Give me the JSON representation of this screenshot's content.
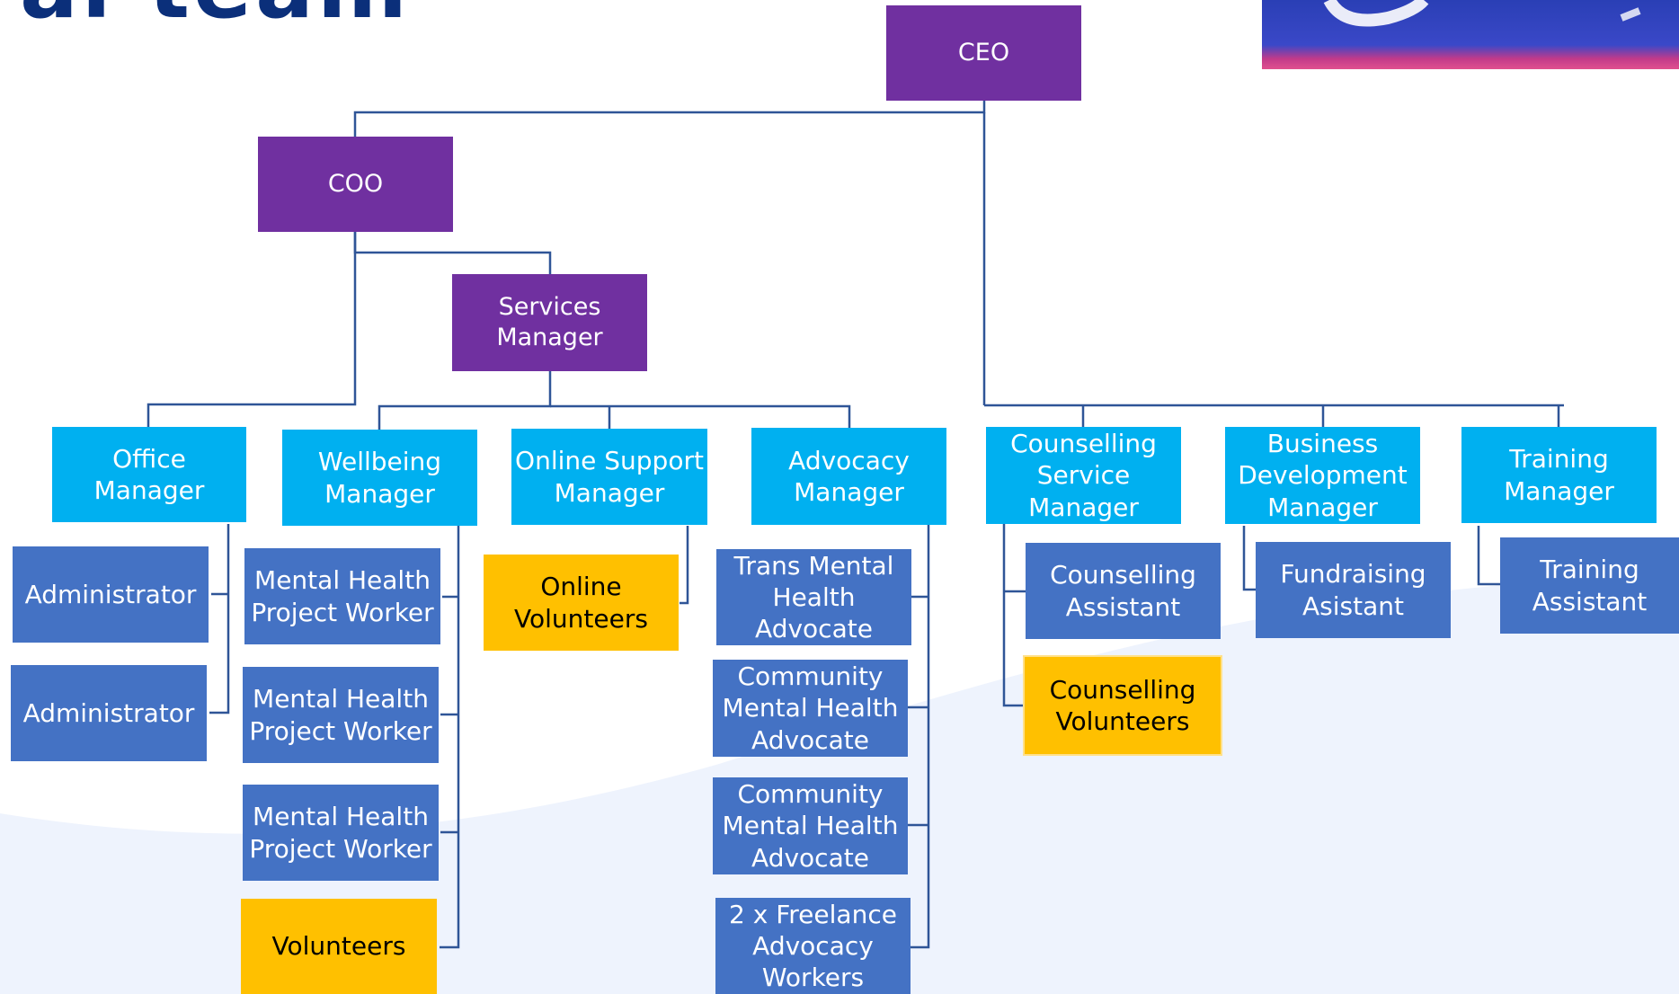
{
  "header": {
    "title_fragment": "al team"
  },
  "nodes": {
    "ceo": "CEO",
    "coo": "COO",
    "services_manager": "Services\nManager",
    "office_manager": "Office Manager",
    "wellbeing_manager": "Wellbeing\nManager",
    "online_support_manager": "Online Support\nManager",
    "advocacy_manager": "Advocacy\nManager",
    "counselling_service_manager": "Counselling\nService\nManager",
    "business_development_manager": "Business\nDevelopment\nManager",
    "training_manager": "Training\nManager",
    "administrator_1": "Administrator",
    "administrator_2": "Administrator",
    "mh_project_worker_1": "Mental Health\nProject Worker",
    "mh_project_worker_2": "Mental Health\nProject Worker",
    "mh_project_worker_3": "Mental Health\nProject Worker",
    "volunteers": "Volunteers",
    "online_volunteers": "Online\nVolunteers",
    "trans_mh_advocate": "Trans Mental\nHealth\nAdvocate",
    "community_mh_advocate_1": "Community\nMental Health\nAdvocate",
    "community_mh_advocate_2": "Community\nMental Health\nAdvocate",
    "freelance_advocacy_workers": "2 x Freelance\nAdvocacy\nWorkers",
    "counselling_assistant": "Counselling\nAssistant",
    "counselling_volunteers": "Counselling\nVolunteers",
    "fundraising_asistant": "Fundraising\nAsistant",
    "training_assistant": "Training\nAssistant"
  },
  "colors": {
    "executive": "#7030a0",
    "manager": "#00b0f0",
    "staff": "#4472c4",
    "volunteer": "#ffc000",
    "connector": "#2f5597",
    "title": "#0b2f7a"
  }
}
